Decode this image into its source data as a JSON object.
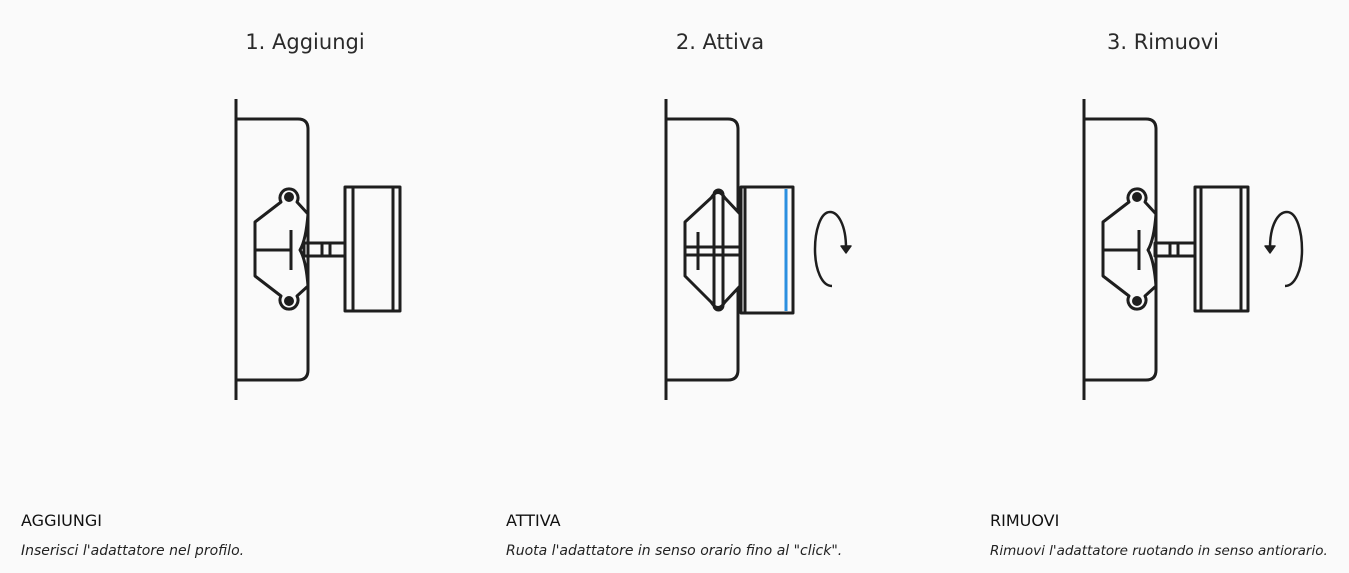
{
  "steps": [
    {
      "title": "1. Aggiungi",
      "label": "AGGIUNGI",
      "description": "Inserisci l'adattatore nel profilo."
    },
    {
      "title": "2. Attiva",
      "label": "ATTIVA",
      "description": "Ruota l'adattatore in senso orario fino al \"click\"."
    },
    {
      "title": "3. Rimuovi",
      "label": "RIMUOVI",
      "description": "Rimuovi l'adattatore ruotando in senso antiorario."
    }
  ],
  "colors": {
    "stroke": "#1e1e1e",
    "accent": "#2b8fe0",
    "background": "#fafafa"
  }
}
